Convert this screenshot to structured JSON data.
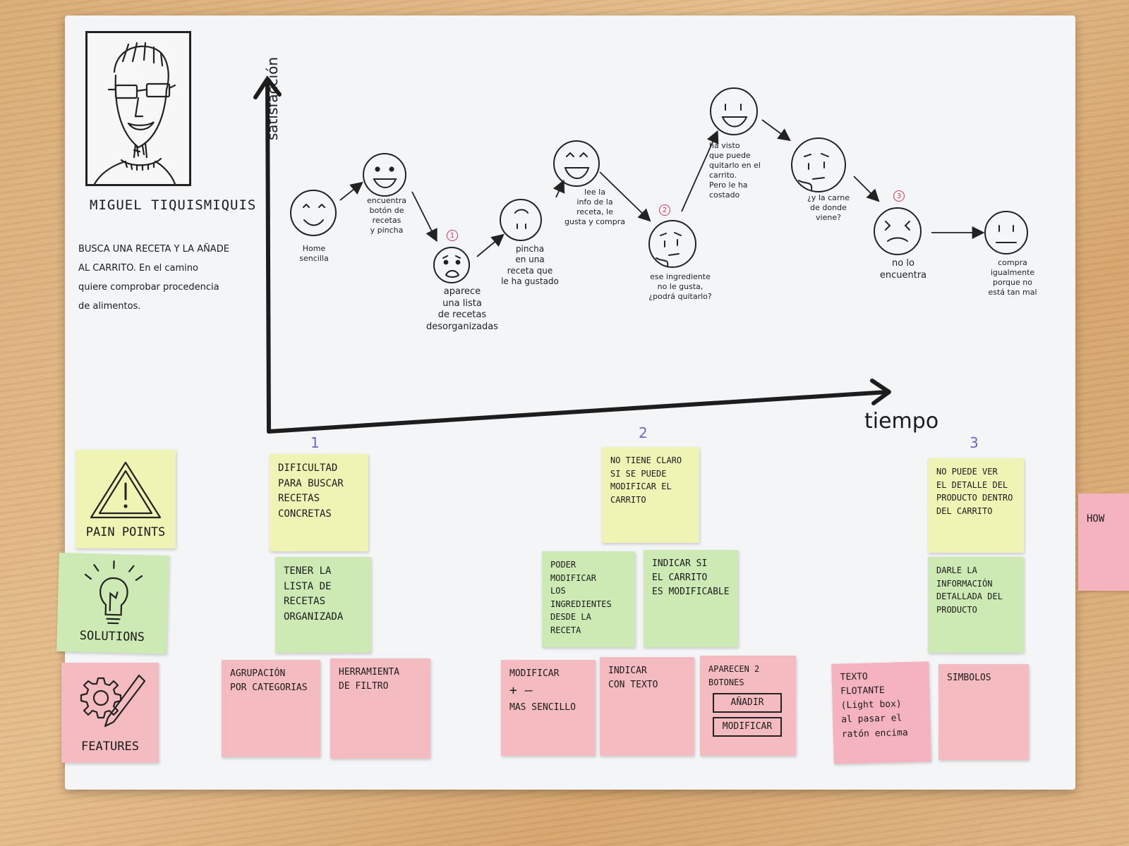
{
  "persona": {
    "name": "MIGUEL TIQUISMIQUIS",
    "description": [
      "BUSCA UNA RECETA Y LA AÑADE",
      "AL CARRITO. En el camino",
      "quiere comprobar procedencia",
      "de alimentos."
    ]
  },
  "axes": {
    "y_label": "satisfacción",
    "x_label": "tiempo"
  },
  "steps": [
    {
      "id": "home",
      "lines": [
        "Home",
        "sencilla"
      ]
    },
    {
      "id": "encuentra",
      "lines": [
        "encuentra",
        "botón de",
        "recetas",
        "y pincha"
      ]
    },
    {
      "id": "aparece",
      "lines": [
        "aparece",
        "una lista",
        "de recetas",
        "desorganizadas"
      ]
    },
    {
      "id": "pincha",
      "lines": [
        "pincha",
        "en una",
        "receta que",
        "le ha gustado"
      ]
    },
    {
      "id": "lee",
      "lines": [
        "lee la",
        "info de la",
        "receta, le",
        "gusta y compra"
      ]
    },
    {
      "id": "ingrediente",
      "lines": [
        "ese ingrediente",
        "no le gusta,",
        "¿podrá quitarlo?"
      ]
    },
    {
      "id": "havisto",
      "lines": [
        "ha visto",
        "que puede",
        "quitarlo en el",
        "carrito.",
        "Pero le ha",
        "costado"
      ]
    },
    {
      "id": "carne",
      "lines": [
        "¿y la carne",
        "de donde",
        "viene?"
      ]
    },
    {
      "id": "noencuentra",
      "lines": [
        "no lo",
        "encuentra"
      ]
    },
    {
      "id": "compra",
      "lines": [
        "compra",
        "igualmente",
        "porque no",
        "está tan mal"
      ]
    }
  ],
  "badges": [
    "1",
    "2",
    "3"
  ],
  "column_numbers": [
    "1",
    "2",
    "3"
  ],
  "legend": {
    "pain": "PAIN POINTS",
    "solutions": "SOLUTIONS",
    "features": "FEATURES"
  },
  "pain_points": {
    "p1": [
      "DIFICULTAD",
      "PARA BUSCAR",
      "RECETAS",
      "CONCRETAS"
    ],
    "p2": [
      "NO TIENE CLARO",
      "SI SE PUEDE",
      "MODIFICAR EL",
      "CARRITO"
    ],
    "p3": [
      "NO PUEDE VER",
      "EL DETALLE DEL",
      "PRODUCTO DENTRO",
      "DEL CARRITO"
    ]
  },
  "solutions": {
    "s1": [
      "TENER LA",
      "LISTA DE",
      "RECETAS",
      "ORGANIZADA"
    ],
    "s2a": [
      "PODER MODIFICAR",
      "LOS INGREDIENTES",
      "DESDE LA",
      "RECETA"
    ],
    "s2b": [
      "INDICAR SI",
      "EL CARRITO",
      "ES MODIFICABLE"
    ],
    "s3": [
      "DARLE LA",
      "INFORMACIÓN",
      "DETALLADA DEL",
      "PRODUCTO"
    ]
  },
  "features": {
    "f1a": [
      "AGRUPACIÓN",
      "POR CATEGORIAS"
    ],
    "f1b": [
      "HERRAMIENTA",
      "DE FILTRO"
    ],
    "f2a": [
      "MODIFICAR",
      "+  —",
      "MAS SENCILLO"
    ],
    "f2b": [
      "INDICAR",
      "CON TEXTO"
    ],
    "f2c": {
      "lines": [
        "APARECEN 2",
        "BOTONES"
      ],
      "button1": "AÑADIR",
      "button2": "MODIFICAR"
    },
    "f3a": [
      "TEXTO",
      "FLOTANTE",
      "(Light box)",
      "al pasar el",
      "ratón encima"
    ],
    "f3b": [
      "SIMBOLOS"
    ]
  },
  "edge_note": "HOW",
  "colors": {
    "yellow": "#eff3b4",
    "green": "#cde9b4",
    "pink": "#f4bcc0",
    "ink": "#1b1b1b",
    "purple": "#6a68c9",
    "red": "#d6375a"
  }
}
